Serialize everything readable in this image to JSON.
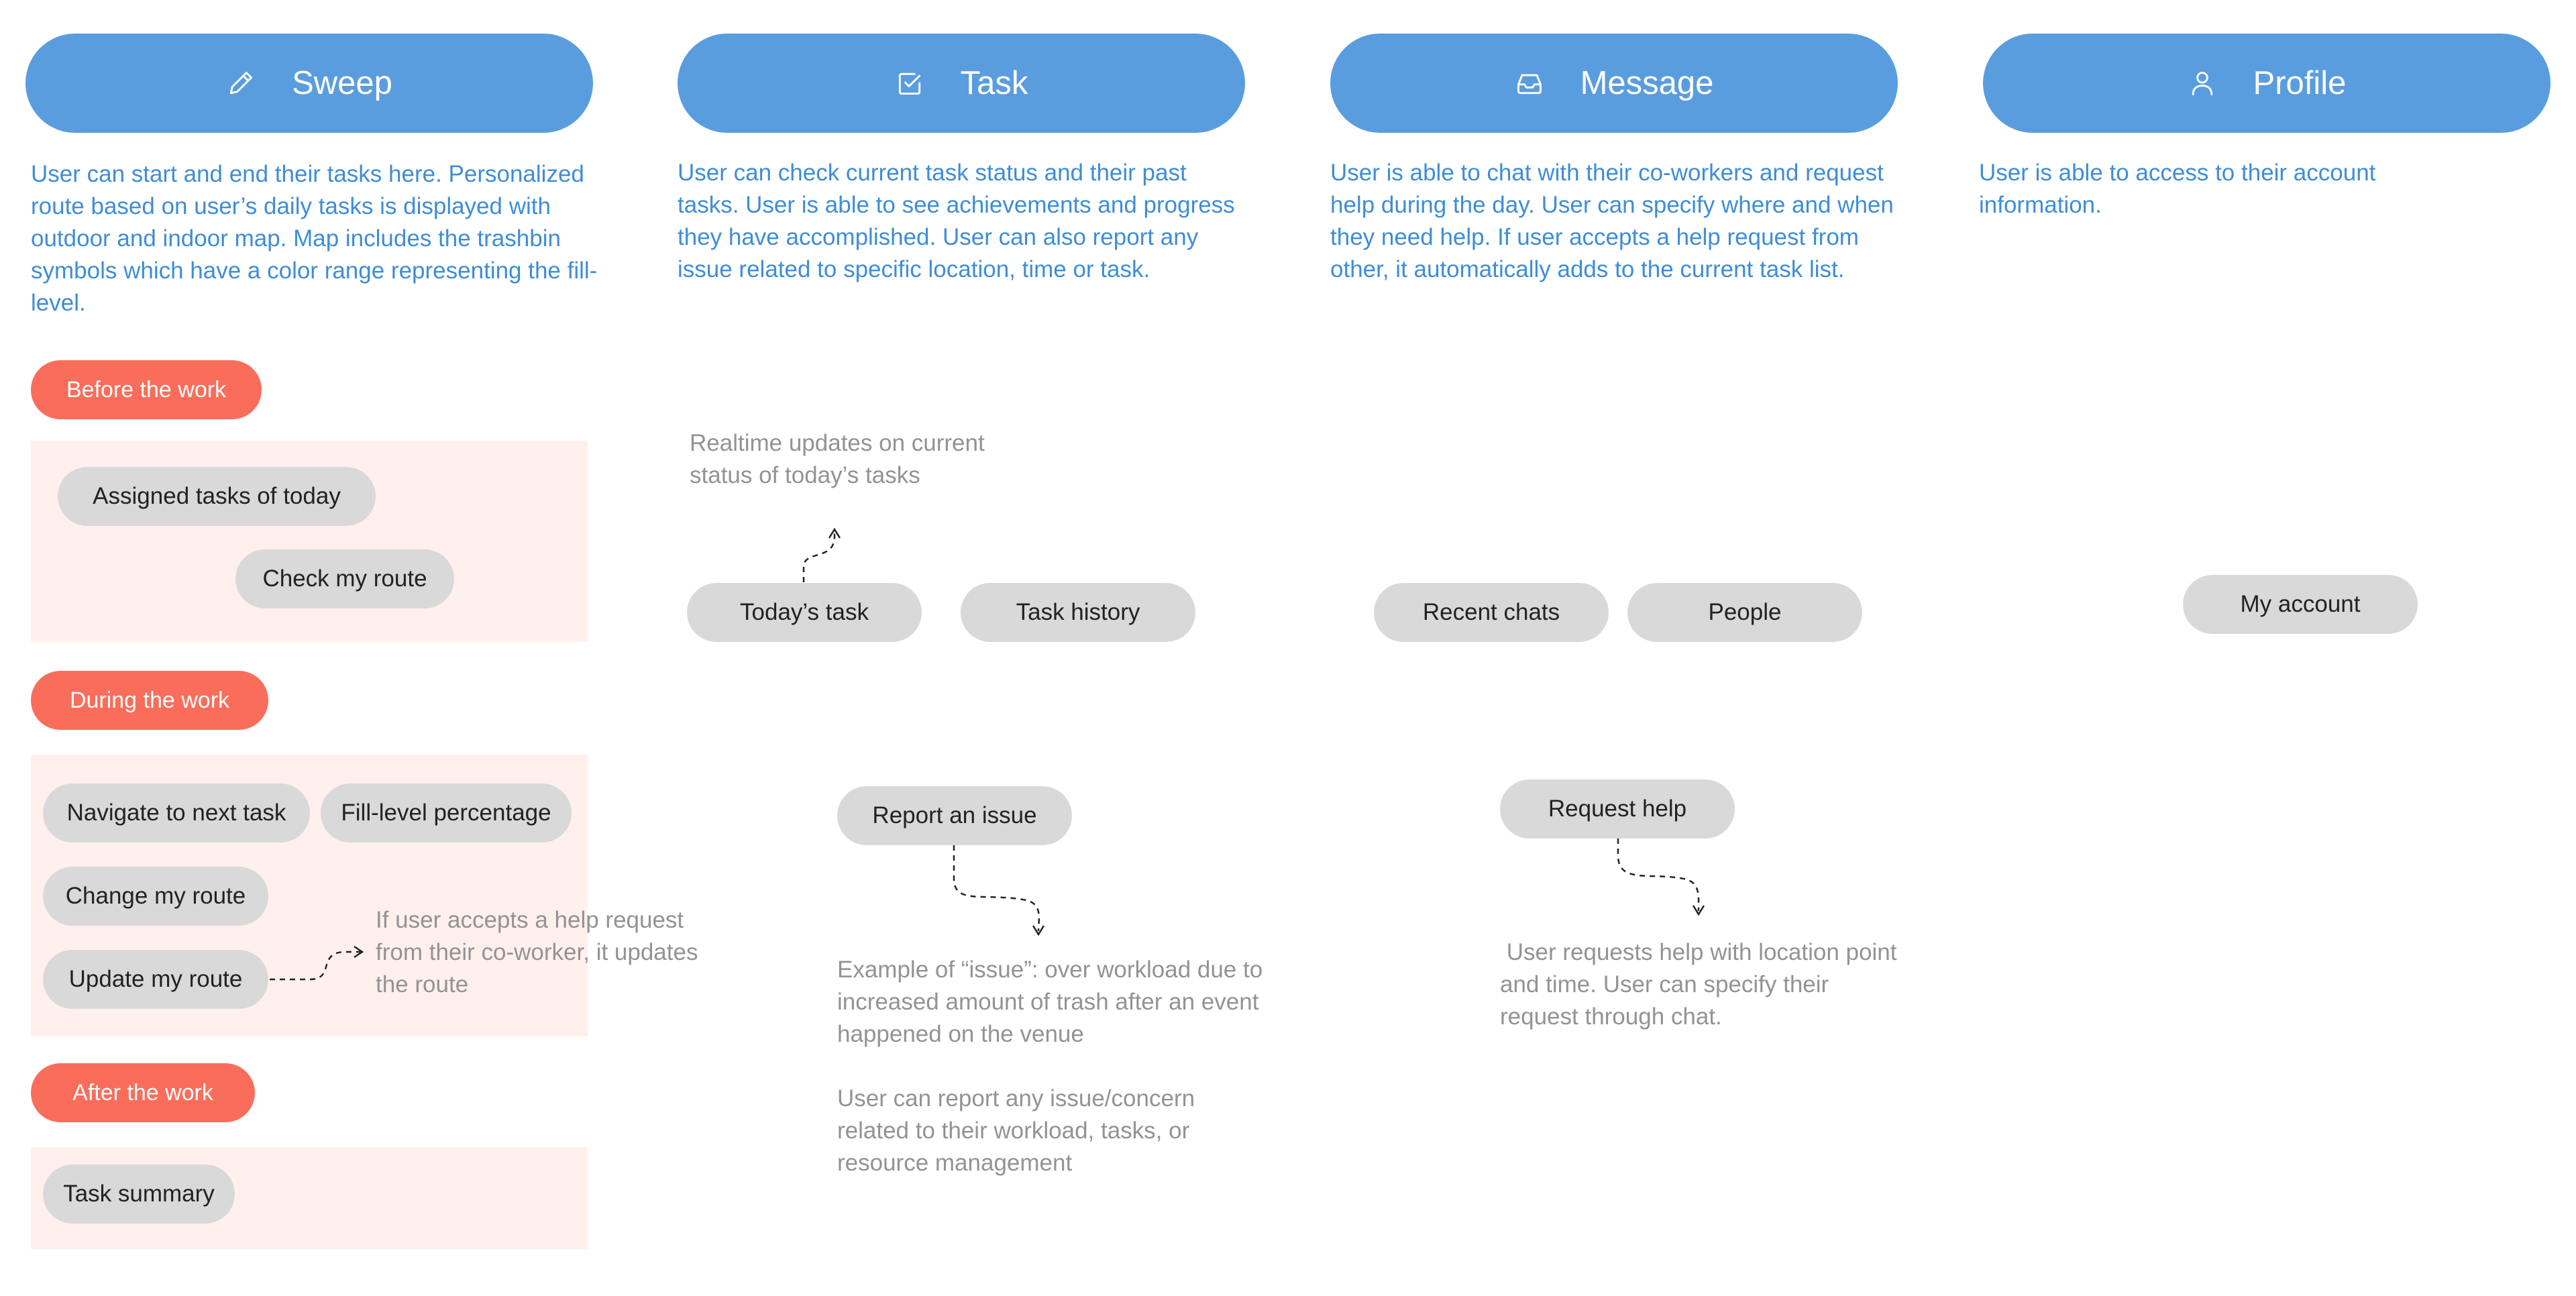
{
  "nav": {
    "sweep": {
      "label": "Sweep",
      "icon": "pencil-icon"
    },
    "task": {
      "label": "Task",
      "icon": "checkbox-icon"
    },
    "message": {
      "label": "Message",
      "icon": "inbox-icon"
    },
    "profile": {
      "label": "Profile",
      "icon": "user-icon"
    }
  },
  "descriptions": {
    "sweep": "User can start and end their tasks here. Personalized route based on user’s daily tasks is displayed with outdoor and indoor map. Map includes the trashbin symbols which have a color range representing the fill-level.",
    "task": "User can check current task status and their past tasks. User is able to see achievements and progress they have accomplished. User can also report any issue related to specific location, time or task.",
    "message": "User is able to chat with their co-workers and request help during the day. User can specify where and when they need help. If user accepts a help request from other, it automatically adds to the current task list.",
    "profile": "User is able to access to their account information."
  },
  "sweep": {
    "before": {
      "label": "Before the work",
      "items": [
        "Assigned tasks of today",
        "Check my route"
      ]
    },
    "during": {
      "label": "During the work",
      "items": [
        "Navigate to next task",
        "Fill-level percentage",
        "Change my route",
        "Update my route"
      ],
      "note": "If user accepts a help request from their co-worker, it updates the route"
    },
    "after": {
      "label": "After the work",
      "items": [
        "Task summary"
      ]
    }
  },
  "task": {
    "note_realtime": "Realtime updates on current status of today’s tasks",
    "items": [
      "Today’s task",
      "Task history",
      "Report an issue"
    ],
    "issue_example": "Example of “issue”: over workload due to increased amount of trash after an event happened on the venue",
    "issue_note": "User can report any issue/concern related to their workload, tasks, or resource management"
  },
  "message": {
    "items": [
      "Recent chats",
      "People",
      "Request help"
    ],
    "help_note": " User requests help with location point and time. User can specify their request through chat."
  },
  "profile": {
    "items": [
      "My account"
    ]
  },
  "colors": {
    "nav_blue": "#5a9ddf",
    "desc_blue": "#3f8dd6",
    "phase_orange": "#fa6d5b",
    "panel_pink": "#fff0ee",
    "chip_gray": "#d9d9d9",
    "note_gray": "#939393"
  }
}
